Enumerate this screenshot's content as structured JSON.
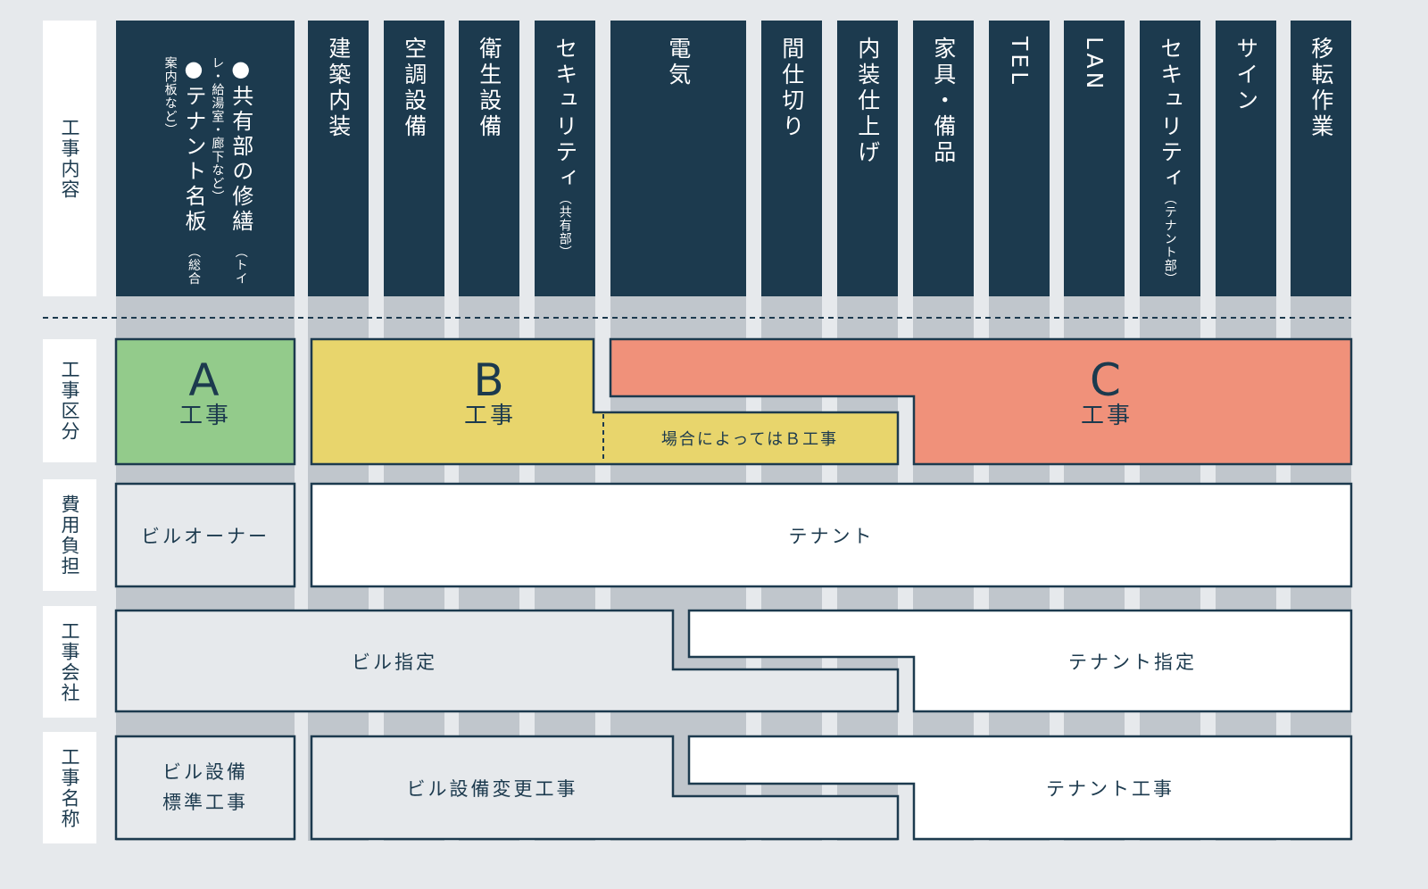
{
  "row_labels": {
    "content": "工事内容",
    "category": "工事区分",
    "cost": "費用負担",
    "contractor": "工事会社",
    "name": "工事名称"
  },
  "header": {
    "col_a": {
      "item1": "●共有部の修繕",
      "item1_note": "（トイレ・給湯室・廊下など）",
      "item2": "●テナント名板",
      "item2_note": "（総合案内板など）"
    },
    "columns": [
      {
        "label": "建築内装"
      },
      {
        "label": "空調設備"
      },
      {
        "label": "衛生設備"
      },
      {
        "label": "セキュリティ",
        "note": "（共有部）"
      },
      {
        "label": "電気"
      },
      {
        "label": "間仕切り"
      },
      {
        "label": "内装仕上げ"
      },
      {
        "label": "家具・備品"
      },
      {
        "label": "TEL"
      },
      {
        "label": "LAN"
      },
      {
        "label": "セキュリティ",
        "note": "（テナント部）"
      },
      {
        "label": "サイン"
      },
      {
        "label": "移転作業"
      }
    ]
  },
  "category": {
    "a_letter": "A",
    "a_label": "工事",
    "b_letter": "B",
    "b_label": "工事",
    "b_optional": "場合によってはＢ工事",
    "c_letter": "C",
    "c_label": "工事"
  },
  "cost": {
    "owner": "ビルオーナー",
    "tenant": "テナント"
  },
  "contractor": {
    "building": "ビル指定",
    "tenant": "テナント指定"
  },
  "work_name": {
    "standard_line1": "ビル設備",
    "standard_line2": "標準工事",
    "change": "ビル設備変更工事",
    "tenant": "テナント工事"
  },
  "colors": {
    "dark": "#1c3a4e",
    "a": "#93cb8b",
    "b": "#e8d56c",
    "c": "#f0917a",
    "stripe": "#c0c6cc",
    "background": "#e6e9ec"
  }
}
